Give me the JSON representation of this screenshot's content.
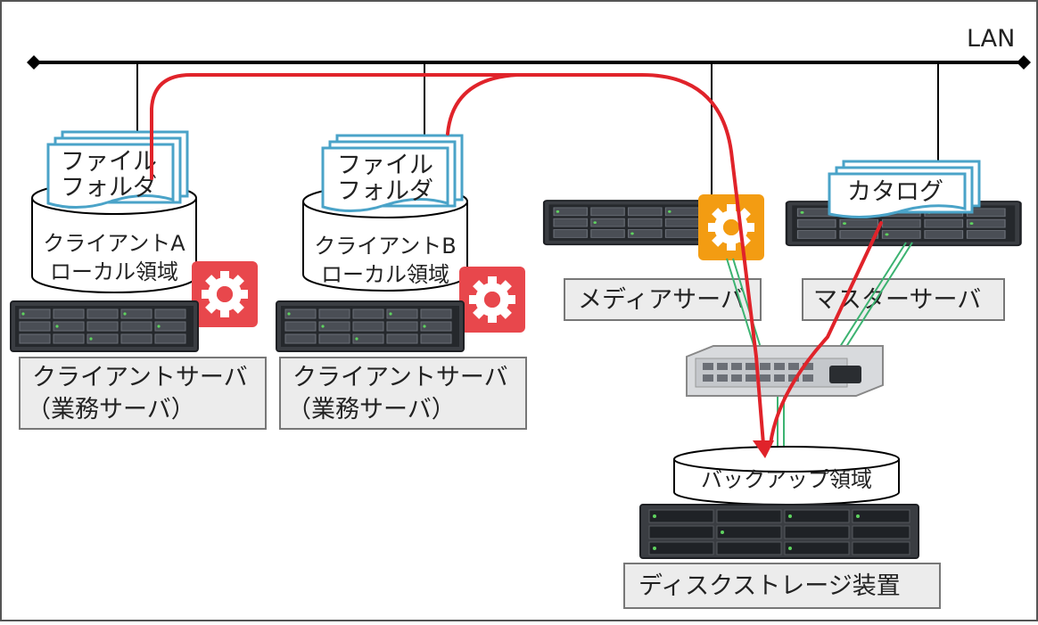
{
  "lan": {
    "label": "LAN"
  },
  "client_a": {
    "docs": [
      "ファイル",
      "フォルダ"
    ],
    "disk": [
      "クライアントA",
      "ローカル領域"
    ],
    "server_label": [
      "クライアントサーバ",
      "（業務サーバ）"
    ]
  },
  "client_b": {
    "docs": [
      "ファイル",
      "フォルダ"
    ],
    "disk": [
      "クライアントB",
      "ローカル領域"
    ],
    "server_label": [
      "クライアントサーバ",
      "（業務サーバ）"
    ]
  },
  "media_server": {
    "label": "メディアサーバ"
  },
  "master_server": {
    "label": "マスターサーバ",
    "catalog": "カタログ"
  },
  "storage": {
    "disk": "バックアップ領域",
    "label": "ディスクストレージ装置"
  },
  "colors": {
    "flow": "#e0232a",
    "gear_client": "#e8474c",
    "gear_media": "#f39c12",
    "doc_border": "#4aa3c8",
    "label_box": "#ececec",
    "fc_link": "#3cb371"
  }
}
